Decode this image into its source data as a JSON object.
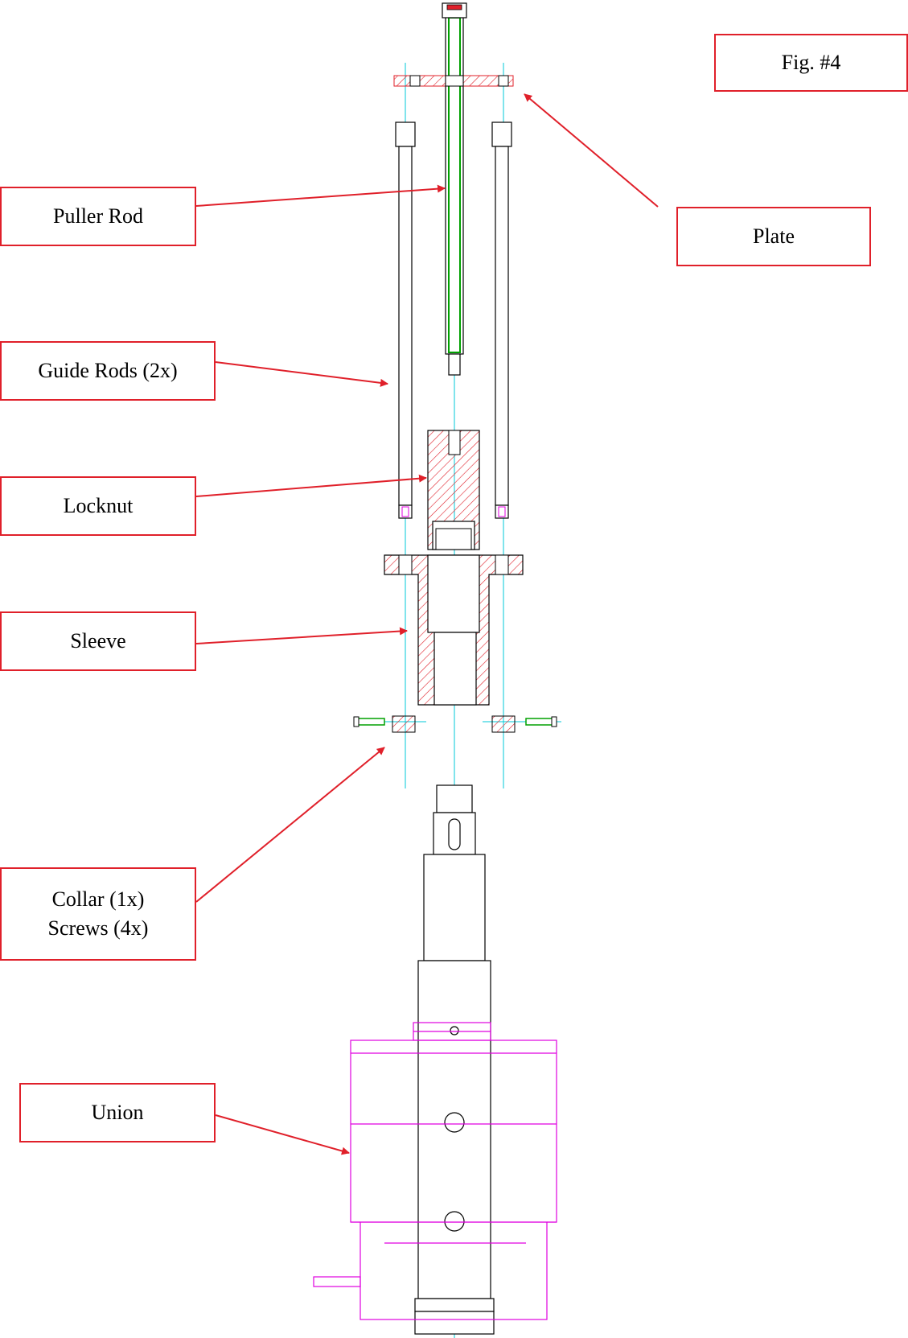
{
  "figure": {
    "label": "Fig. #4"
  },
  "callouts": {
    "puller_rod": "Puller Rod",
    "plate": "Plate",
    "guide_rods": "Guide Rods (2x)",
    "locknut": "Locknut",
    "sleeve": "Sleeve",
    "collar_line1": "Collar (1x)",
    "collar_line2": "Screws (4x)",
    "union": "Union"
  },
  "colors": {
    "callout_red": "#e0202a",
    "centerline_cyan": "#00c8d8",
    "part_green": "#00a000",
    "union_magenta": "#e000e0",
    "outline_black": "#000000"
  }
}
